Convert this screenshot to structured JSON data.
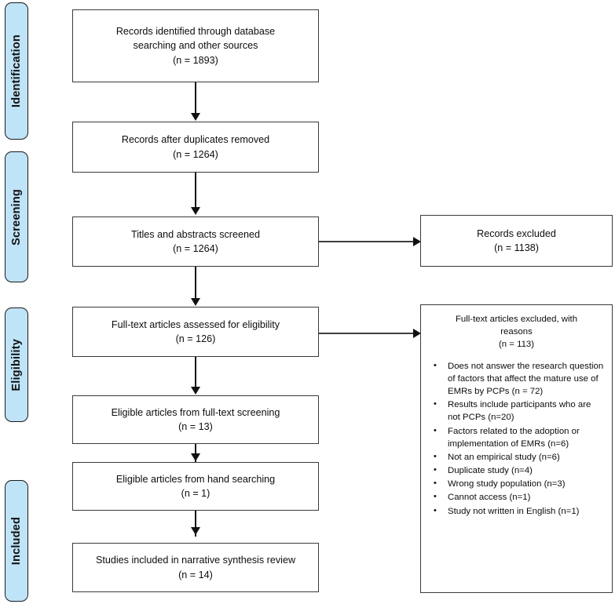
{
  "diagram": {
    "type": "prisma-flow-diagram",
    "stages": [
      {
        "id": "identification",
        "label": "Identification"
      },
      {
        "id": "screening",
        "label": "Screening"
      },
      {
        "id": "eligibility",
        "label": "Eligibility"
      },
      {
        "id": "included",
        "label": "Included"
      }
    ],
    "boxes": [
      {
        "id": "records-identified",
        "line1": "Records identified through database",
        "line2": "searching and other sources",
        "count": "(n =  1893)"
      },
      {
        "id": "records-after-duplicates",
        "line1": "Records after duplicates removed",
        "count": "(n = 1264)"
      },
      {
        "id": "titles-abstracts-screened",
        "line1": "Titles and abstracts screened",
        "count": "(n = 1264)"
      },
      {
        "id": "records-excluded",
        "line1": "Records excluded",
        "count": "(n = 1138)"
      },
      {
        "id": "fulltext-assessed",
        "line1": "Full-text articles assessed for eligibility",
        "count": "(n = 126)"
      },
      {
        "id": "eligible-fulltext",
        "line1": "Eligible articles from full-text screening",
        "count": "(n = 13)"
      },
      {
        "id": "eligible-hand-searching",
        "line1": "Eligible articles from hand searching",
        "count": "(n = 1)"
      },
      {
        "id": "studies-included",
        "line1": "Studies included in narrative synthesis review",
        "count": "(n = 14)"
      }
    ],
    "exclusion_box": {
      "id": "fulltext-excluded-reasons",
      "heading_line1": "Full-text articles excluded, with",
      "heading_line2": "reasons",
      "count": "(n = 113)",
      "bullet_glyph": "•",
      "reasons": [
        "Does not answer the research question of factors that affect the mature use of EMRs by PCPs (n = 72)",
        "Results include participants who are not PCPs (n=20)",
        "Factors related to the adoption or implementation of EMRs (n=6)",
        "Not an empirical study (n=6)",
        "Duplicate study (n=4)",
        "Wrong study population (n=3)",
        "Cannot access (n=1)",
        "Study not written in English (n=1)"
      ]
    },
    "colors": {
      "stage_label_fill": "#bfe3f7",
      "stage_label_border": "#1b1b1b",
      "box_border": "#3a3a3a",
      "connector": "#111111",
      "background": "#ffffff",
      "text": "#0d0d0d"
    }
  }
}
